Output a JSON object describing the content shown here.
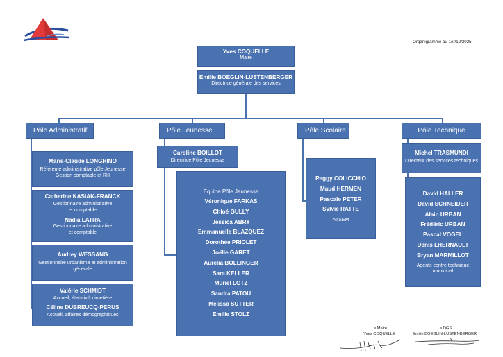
{
  "date_label": "Organigramme au 1er/12/2025",
  "top": {
    "maire": {
      "name": "Yves COQUELLE",
      "role": "Maire"
    },
    "dgs": {
      "name": "Emilie BOEGLIN-LUSTENBERGER",
      "role": "Directrice générale des services"
    }
  },
  "poles": {
    "administratif": "Pôle Administratif",
    "jeunesse": "Pôle Jeunesse",
    "scolaire": "Pôle Scolaire",
    "technique": "Pôle Technique"
  },
  "admin": {
    "longhino": {
      "name": "Marie-Claude LONGHINO",
      "line1": "Référente administrative pôle Jeunesse",
      "line2": "Gestion comptable et RH"
    },
    "kasiak": {
      "name": "Catherine KASIAK-FRANCK",
      "line1": "Gestionnaire administrative",
      "line2": "et comptable"
    },
    "latra": {
      "name": "Nadia LATRA",
      "line1": "Gestionnaire administrative",
      "line2": "et comptable"
    },
    "wessang": {
      "name": "Audrey WESSANG",
      "line1": "Gestionnaire urbanisme et administration",
      "line2": "générale"
    },
    "schmidt": {
      "name": "Valérie SCHMIDT",
      "line1": "Accueil, état-civil, cimetière"
    },
    "dubreucq": {
      "name": "Céline DUBREUCQ-PERUS",
      "line1": "Accueil, affaires démographiques"
    }
  },
  "jeunesse": {
    "lead": {
      "name": "Caroline BOILLOT",
      "role": "Directrice Pôle Jeunesse"
    },
    "team_title": "Equipe Pôle Jeunesse",
    "members": [
      "Véronique FARKAS",
      "Chloé GULLY",
      "Jessica ABRY",
      "Emmanuelle BLAZQUEZ",
      "Dorothée PRIOLET",
      "Joëlle GARET",
      "Aurélia BOLLINGER",
      "Sara KELLER",
      "Muriel LOTZ",
      "Sandra PATOU",
      "Mélissa SUTTER",
      "Emilie STOLZ"
    ]
  },
  "scolaire": {
    "members": [
      "Peggy COLICCHIO",
      "Maud HERMEN",
      "Pascale PETER",
      "Sylvie RATTE"
    ],
    "role": "ATSEM"
  },
  "technique": {
    "lead": {
      "name": "Michel TRASMUNDI",
      "role": "Directeur des services techniques"
    },
    "members": [
      "David HALLER",
      "David SCHNEIDER",
      "Alain URBAN",
      "Frédéric URBAN",
      "Pascal VOGEL",
      "Denis LHERNAULT",
      "Bryan MARMILLOT"
    ],
    "role_line1": "Agents centre technique",
    "role_line2": "municipal"
  },
  "signatures": {
    "maire": {
      "title": "Le Maire",
      "name": "Yves COQUELLE"
    },
    "dgs": {
      "title": "La DGS",
      "name": "Emilie BOEGLIN-LUSTENBERGER"
    }
  },
  "colors": {
    "box": "#4a72b0",
    "logo_red": "#e23a3a",
    "logo_blue": "#2a4fa0"
  }
}
